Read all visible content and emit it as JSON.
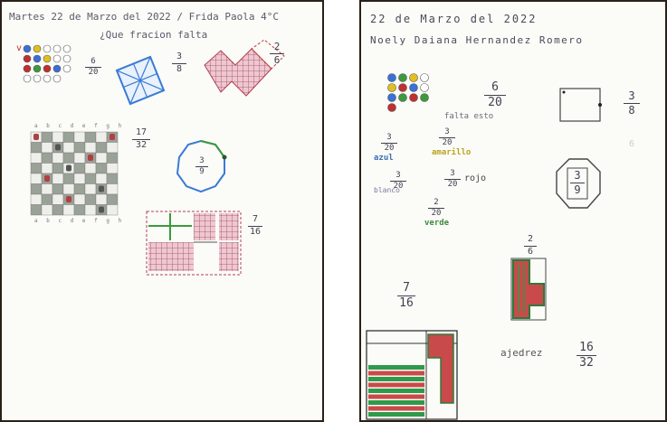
{
  "left_sheet": {
    "header": "Martes 22 de Marzo del 2022 / Frida Paola 4°C",
    "question": "¿Que fracion falta",
    "mark": "v",
    "fractions": [
      {
        "num": "6",
        "den": "20"
      },
      {
        "num": "3",
        "den": "8"
      },
      {
        "num": "2",
        "den": "6"
      },
      {
        "num": "17",
        "den": "32"
      },
      {
        "num": "3",
        "den": "9"
      },
      {
        "num": "7",
        "den": "16"
      }
    ],
    "chess_letters_top": "a b c d e f g h",
    "chess_letters_bottom": "a b c d e f g h"
  },
  "right_sheet": {
    "date": "22 de Marzo del 2022",
    "name": "Noely Daiana Hernandez Romero",
    "fractions": [
      {
        "num": "6",
        "den": "20"
      },
      {
        "num": "3",
        "den": "8"
      },
      {
        "num": "3",
        "den": "9"
      },
      {
        "num": "2",
        "den": "6"
      },
      {
        "num": "7",
        "den": "16"
      },
      {
        "num": "16",
        "den": "32"
      }
    ],
    "falta_label": "falta esto",
    "color_fractions": [
      {
        "num": "3",
        "den": "20",
        "label": "azul"
      },
      {
        "num": "3",
        "den": "20",
        "label": "amarillo"
      },
      {
        "num": "3",
        "den": "20",
        "label": "blanco"
      },
      {
        "num": "3",
        "den": "20",
        "label": "rojo"
      },
      {
        "num": "2",
        "den": "20",
        "label": "verde"
      }
    ],
    "chess_label": "ajedrez",
    "stray_mark": "6"
  },
  "colors": {
    "ink": "#3a3a4a",
    "blue_ink": "#3a6fb0",
    "green_ink": "#3c8a3c",
    "gold_ink": "#b9a31e",
    "red_grid": "#d97f86",
    "chess_dark": "#9aa197",
    "marker_red": "#d23a3a",
    "marker_green": "#2f9a4a"
  }
}
